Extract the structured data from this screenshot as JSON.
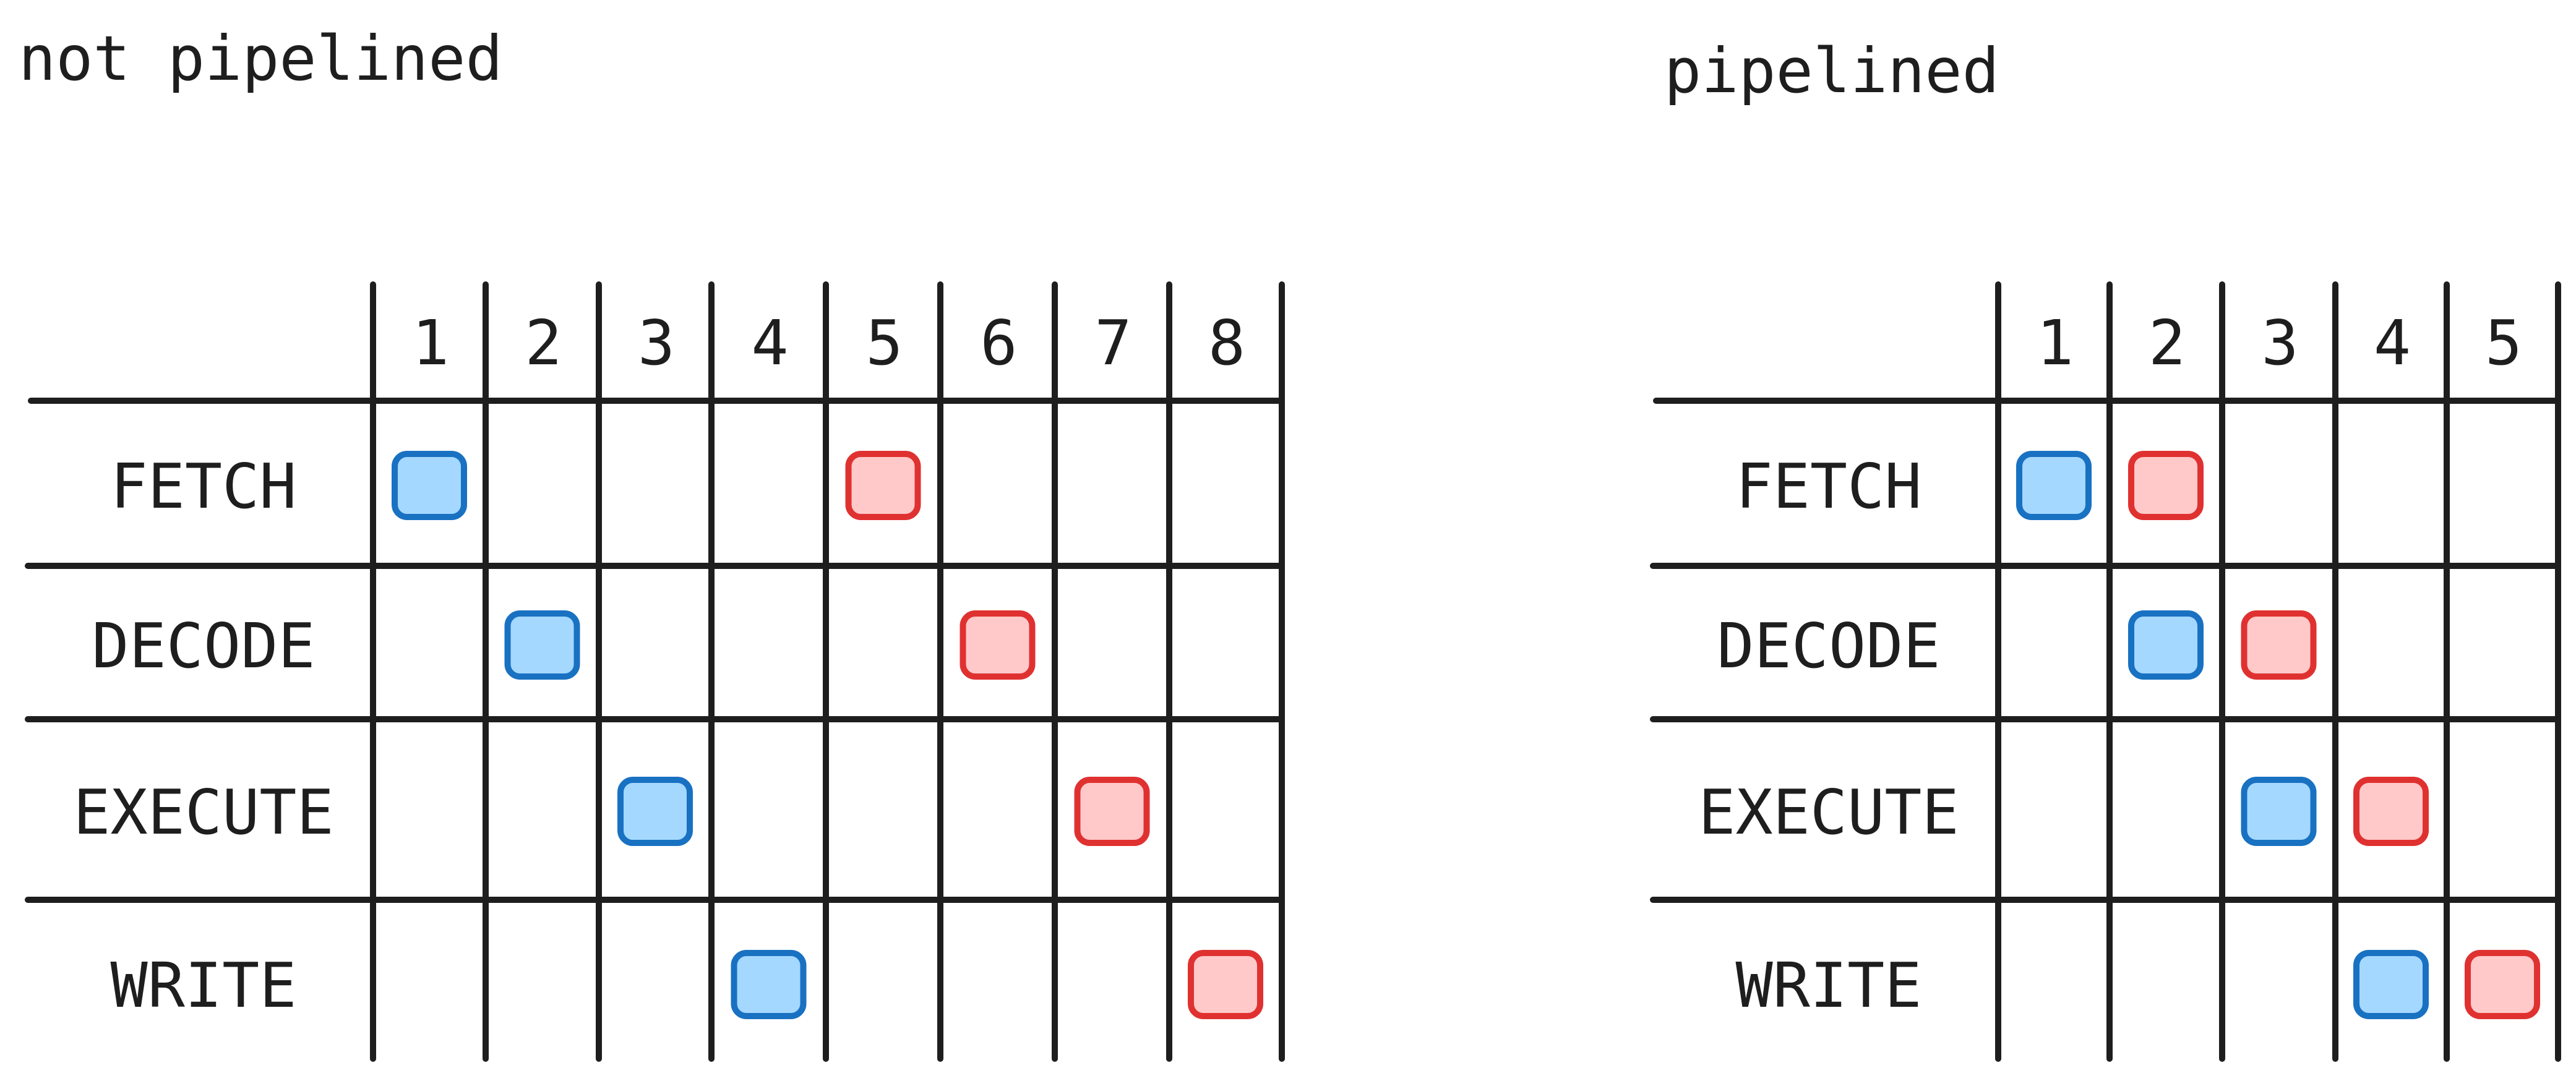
{
  "diagrams": [
    {
      "id": "not-pipelined",
      "title": "not pipelined",
      "cycles": [
        "1",
        "2",
        "3",
        "4",
        "5",
        "6",
        "7",
        "8"
      ],
      "stages": [
        "FETCH",
        "DECODE",
        "EXECUTE",
        "WRITE"
      ],
      "instructions": [
        {
          "color": "blue",
          "cells": [
            [
              0,
              0
            ],
            [
              1,
              1
            ],
            [
              2,
              2
            ],
            [
              3,
              3
            ]
          ]
        },
        {
          "color": "red",
          "cells": [
            [
              0,
              4
            ],
            [
              1,
              5
            ],
            [
              2,
              6
            ],
            [
              3,
              7
            ]
          ]
        }
      ]
    },
    {
      "id": "pipelined",
      "title": "pipelined",
      "cycles": [
        "1",
        "2",
        "3",
        "4",
        "5"
      ],
      "stages": [
        "FETCH",
        "DECODE",
        "EXECUTE",
        "WRITE"
      ],
      "instructions": [
        {
          "color": "blue",
          "cells": [
            [
              0,
              0
            ],
            [
              1,
              1
            ],
            [
              2,
              2
            ],
            [
              3,
              3
            ]
          ]
        },
        {
          "color": "red",
          "cells": [
            [
              0,
              1
            ],
            [
              1,
              2
            ],
            [
              2,
              3
            ],
            [
              3,
              4
            ]
          ]
        }
      ]
    }
  ],
  "colors": {
    "blue_fill": "#a5d8ff",
    "blue_stroke": "#1971c2",
    "red_fill": "#ffc9c9",
    "red_stroke": "#e03131",
    "line": "#1e1e1e"
  }
}
